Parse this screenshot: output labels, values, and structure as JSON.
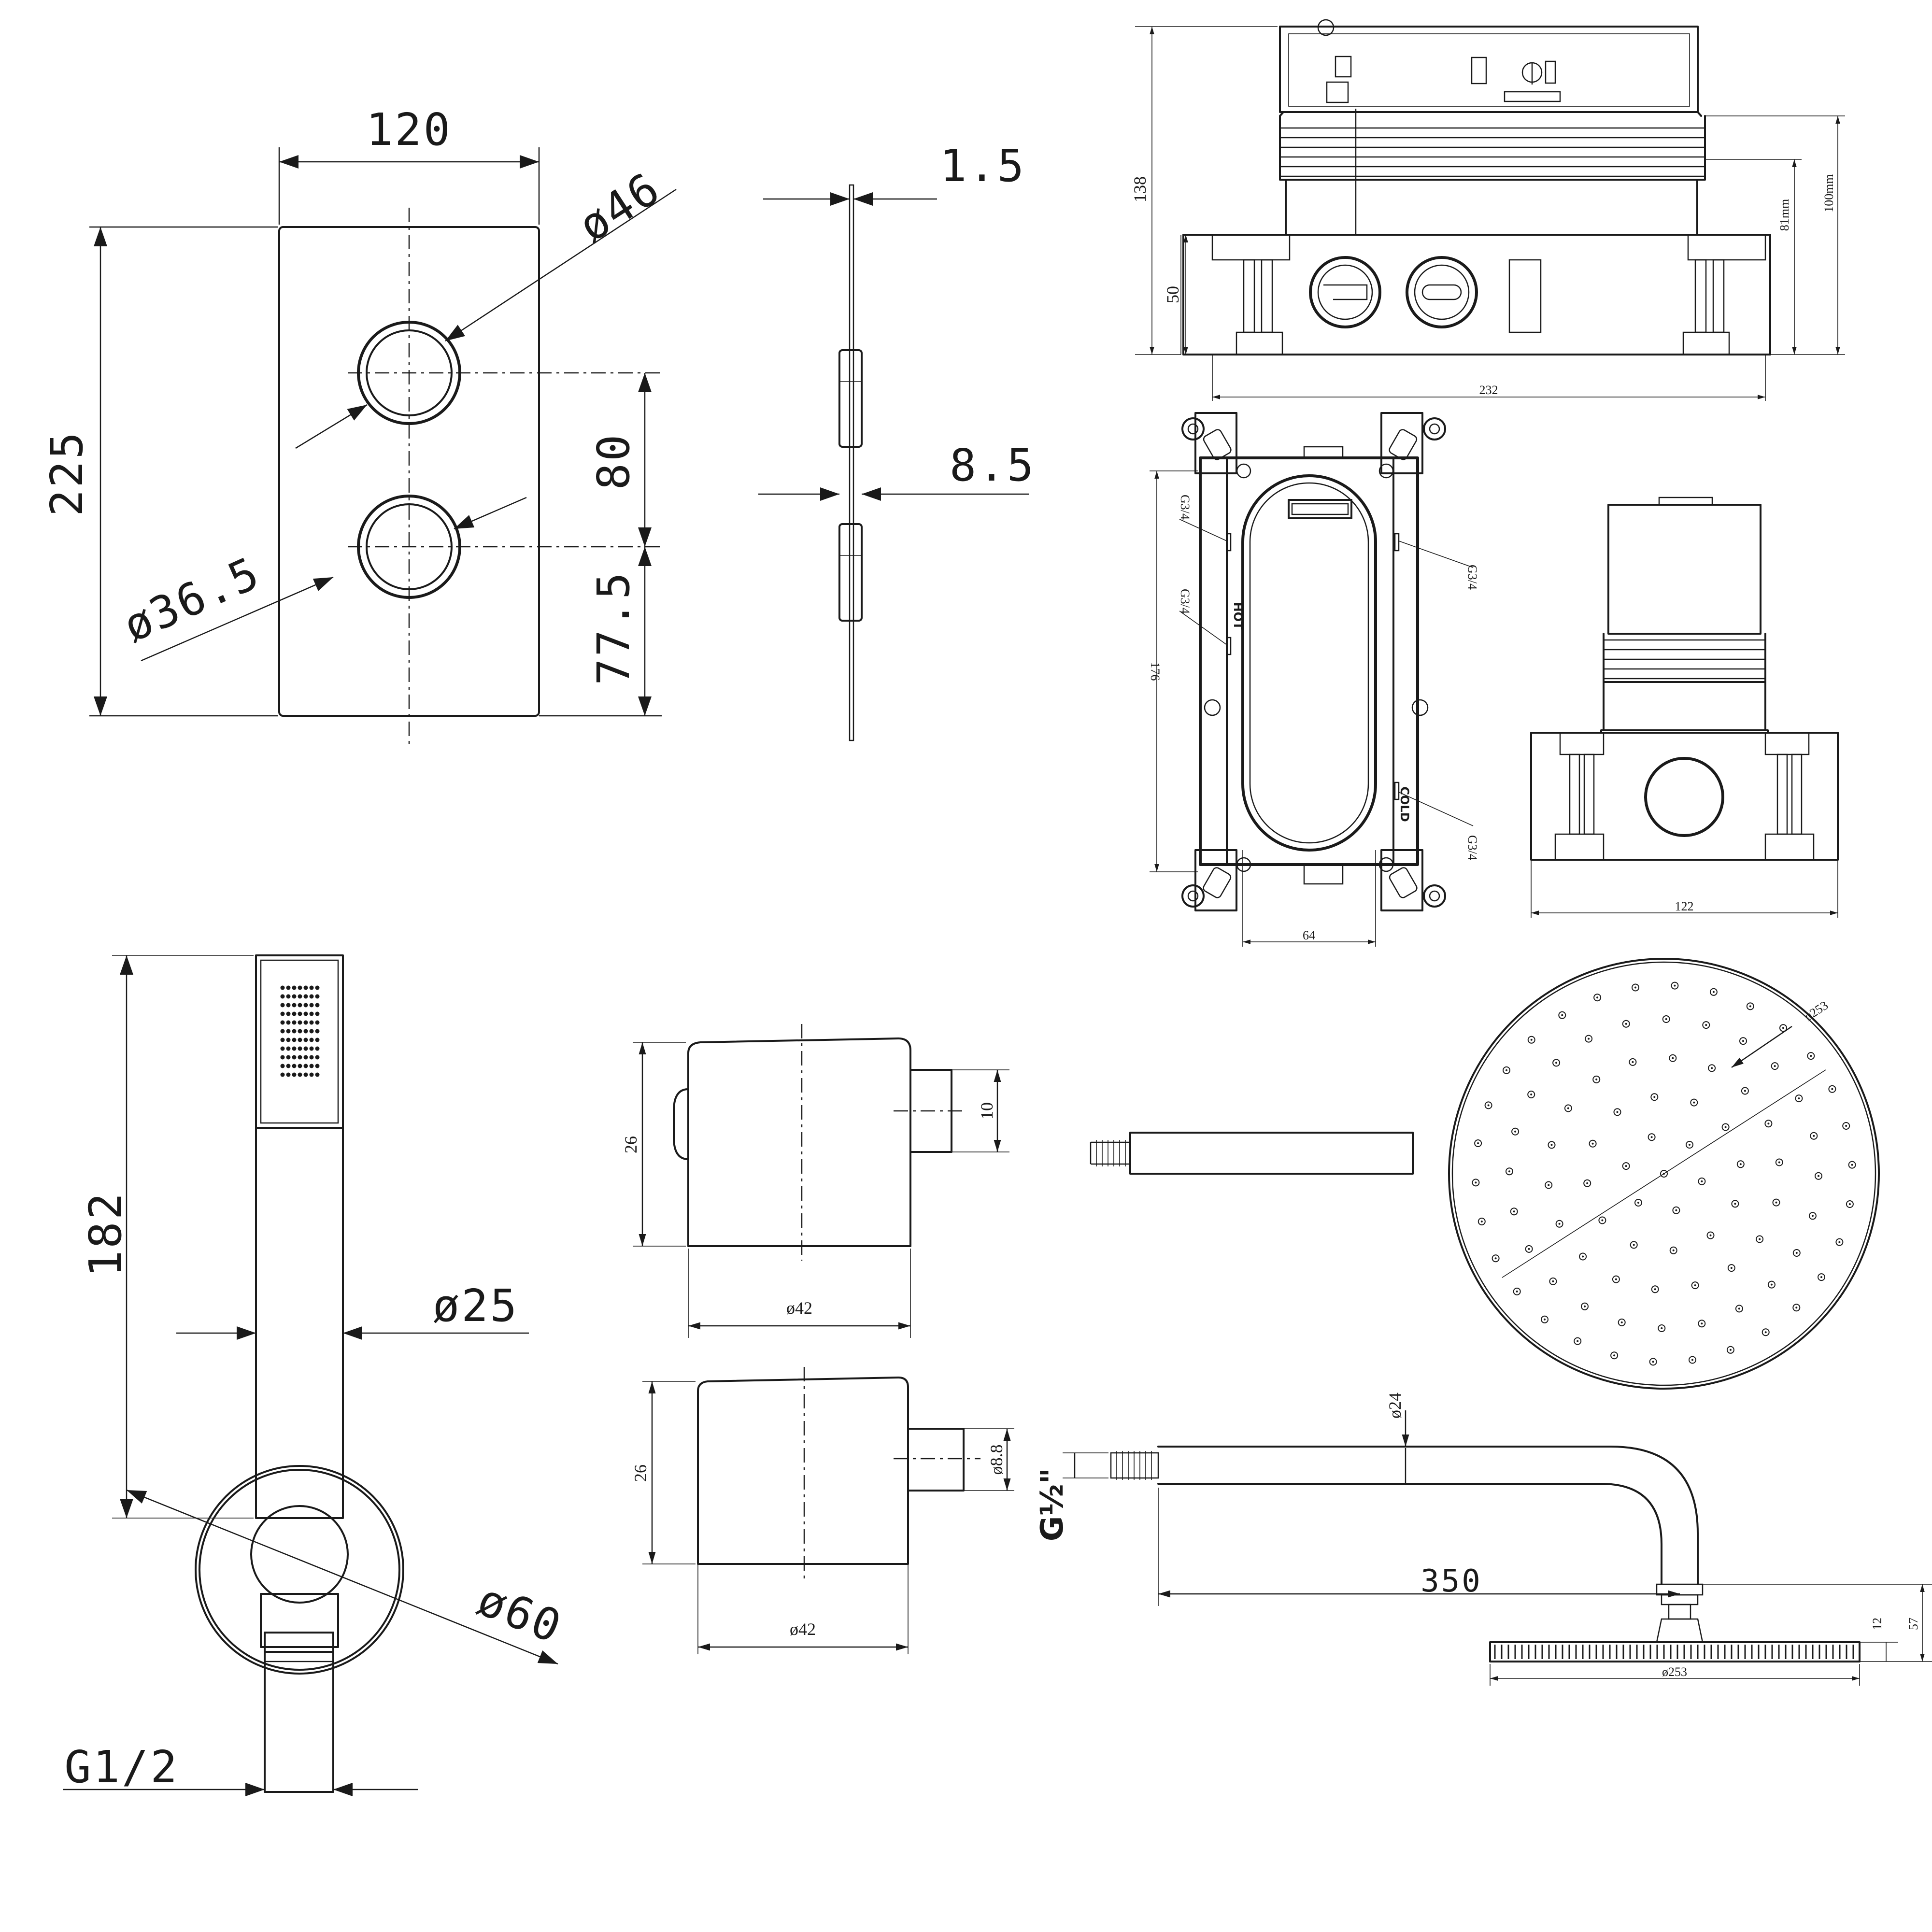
{
  "dimensions": {
    "faceplate": {
      "width": "120",
      "height": "225",
      "handle_outer_dia": "ø46",
      "handle_inner_dia": "ø36.5",
      "spacing_between": "80",
      "lower_offset": "77.5"
    },
    "side_profile": {
      "plate_thickness": "1.5",
      "handle_depth": "8.5"
    },
    "valve_body": {
      "overall_height": "138",
      "depth_max": "100mm",
      "depth_min": "81mm",
      "base_height": "50",
      "width": "232"
    },
    "mounting_frame": {
      "height": "176",
      "inner_width": "64",
      "port_top_left": "G3/4",
      "port_hot": "G3/4",
      "port_right_top": "G3/4",
      "port_cold": "G3/4",
      "hot_label": "HOT",
      "cold_label": "COLD"
    },
    "valve_side": {
      "width": "122"
    },
    "hand_shower": {
      "length": "182",
      "handle_dia": "ø25",
      "bracket_dia": "ø60",
      "thread": "G1/2"
    },
    "outlet_elbow_1": {
      "height": "26",
      "outlet_dia": "10",
      "body_dia": "ø42"
    },
    "outlet_elbow_2": {
      "height": "26",
      "outlet_dia": "ø8.8",
      "body_dia": "ø42"
    },
    "rain_head_top": {
      "diameter": "ø253"
    },
    "shower_arm": {
      "pipe_dia": "ø24",
      "thread": "G½\"",
      "arm_length": "350",
      "head_thickness": "12",
      "drop_height": "57",
      "head_diameter": "ø253"
    }
  }
}
